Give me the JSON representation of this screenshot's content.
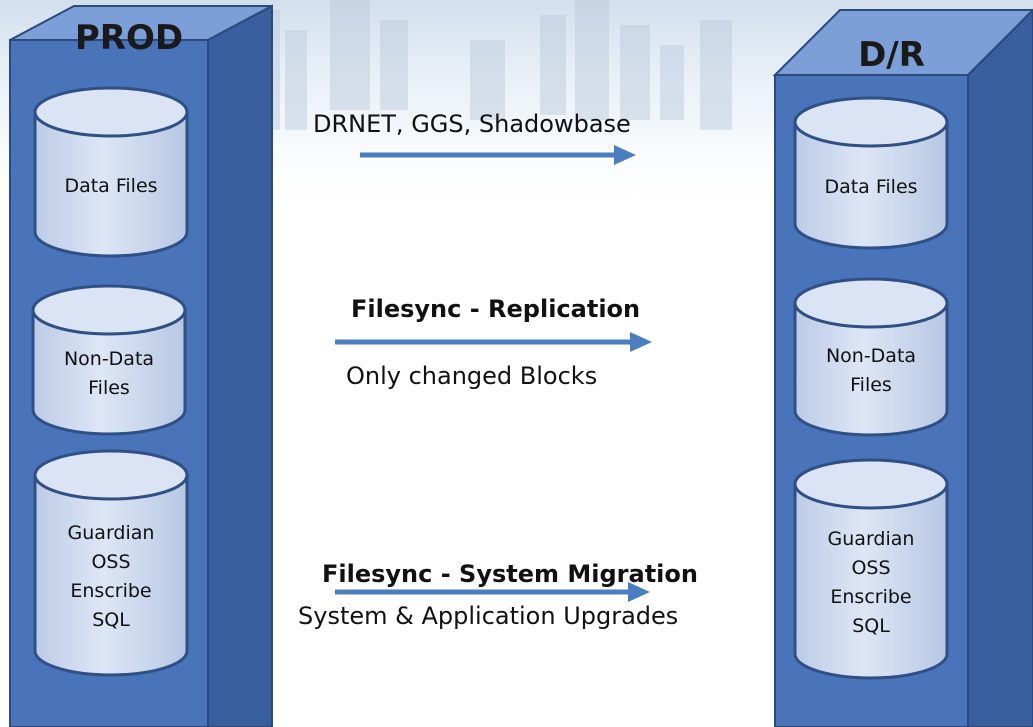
{
  "colors": {
    "tower_front": "#4a74ba",
    "tower_side": "#3a5f9e",
    "tower_top": "#7b9fd6",
    "tower_edge": "#2c4a7a",
    "cylinder_fill": "#cdd9ee",
    "cylinder_top": "#dbe4f4",
    "cylinder_edge": "#2f4f85",
    "arrow": "#4a7ec0"
  },
  "prod": {
    "title": "PROD",
    "cylinders": [
      {
        "lines": [
          "Data Files"
        ]
      },
      {
        "lines": [
          "Non-Data",
          "Files"
        ]
      },
      {
        "lines": [
          "Guardian",
          "OSS",
          "Enscribe",
          "SQL"
        ]
      }
    ]
  },
  "dr": {
    "title": "D/R",
    "cylinders": [
      {
        "lines": [
          "Data Files"
        ]
      },
      {
        "lines": [
          "Non-Data",
          "Files"
        ]
      },
      {
        "lines": [
          "Guardian",
          "OSS",
          "Enscribe",
          "SQL"
        ]
      }
    ]
  },
  "flows": [
    {
      "label": "DRNET, GGS, Shadowbase",
      "sublabel": ""
    },
    {
      "label": "Filesync - Replication",
      "sublabel": "Only changed Blocks"
    },
    {
      "label": "Filesync - System Migration",
      "sublabel": "System & Application Upgrades"
    }
  ]
}
